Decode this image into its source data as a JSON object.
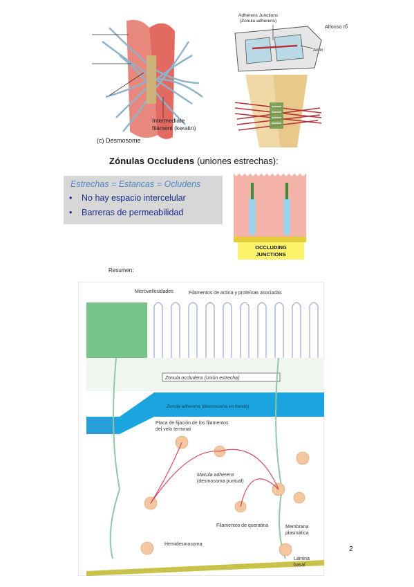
{
  "author": "Alfonso Iб",
  "figure_desmosome": {
    "label_filament": "Intermediate\nfilament (keratin)",
    "label_filament_l1": "Intermediate",
    "label_filament_l2": "filament (keratin)",
    "caption": "(c) Desmosome"
  },
  "figure_adherens": {
    "title_l1": "Adherens Junctions",
    "title_l2": "(Zonula adherens)",
    "actin_label": "Actin"
  },
  "section_title_bold": "Zónulas Occludens",
  "section_title_rest": " (uniones estrechas):",
  "box": {
    "line1": "Estrechas = Estancas = Ocludens",
    "bullets": [
      "No hay espacio intercelular",
      "Barreras de permeabilidad"
    ]
  },
  "figure_occluding": {
    "label_l1": "OCCLUDING",
    "label_l2": "JUNCTIONS"
  },
  "resumen_label": "Resumen:",
  "figure_summary": {
    "microvilli": "Microvellosidades",
    "actin_filaments": "Filamentos de actina y proteínas asociadas",
    "zonula_occludens": "Zonula occludens (unión estrecha)",
    "zonula_adherens": "Zonula adherens (desmosoma en banda)",
    "plaque_l1": "Placa de fijación de los filamentos",
    "plaque_l2": "del velo terminal",
    "macula_l1": "Macula adherens",
    "macula_l2": "(desmosoma puntual)",
    "keratin": "Filamentos de queratina",
    "membrane_l1": "Membrana",
    "membrane_l2": "plasmática",
    "hemidesmosome": "Hemidesmosoma",
    "lamina_l1": "Lámina",
    "lamina_l2": "basal"
  },
  "page_number": "2"
}
